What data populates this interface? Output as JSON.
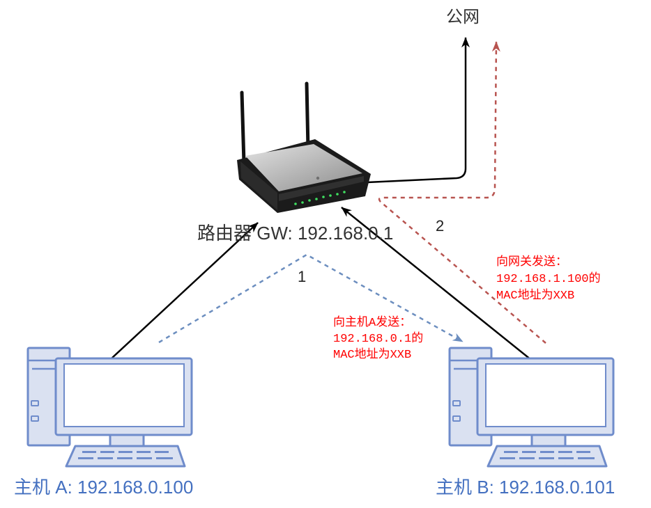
{
  "labels": {
    "internet": "公网",
    "router": "路由器 GW: 192.168.0.1",
    "host_a": "主机 A: 192.168.0.100",
    "host_b": "主机 B: 192.168.0.101",
    "step1": "1",
    "step2": "2"
  },
  "notes": {
    "step1": [
      "向主机A发送：",
      "192.168.0.1的",
      "MAC地址为XXB"
    ],
    "step2": [
      "向网关发送：",
      "192.168.1.100的",
      "MAC地址为XXB"
    ]
  },
  "icons": {
    "router": "router-icon",
    "host_a": "computer-icon",
    "host_b": "computer-icon"
  },
  "colors": {
    "host": "#4470c0",
    "pc_stroke": "#6f8ccb",
    "pc_fill": "#dae1f1",
    "step1": "#6c8ebf",
    "step2": "#b85450",
    "note": "#ff0000",
    "link": "#000000"
  }
}
